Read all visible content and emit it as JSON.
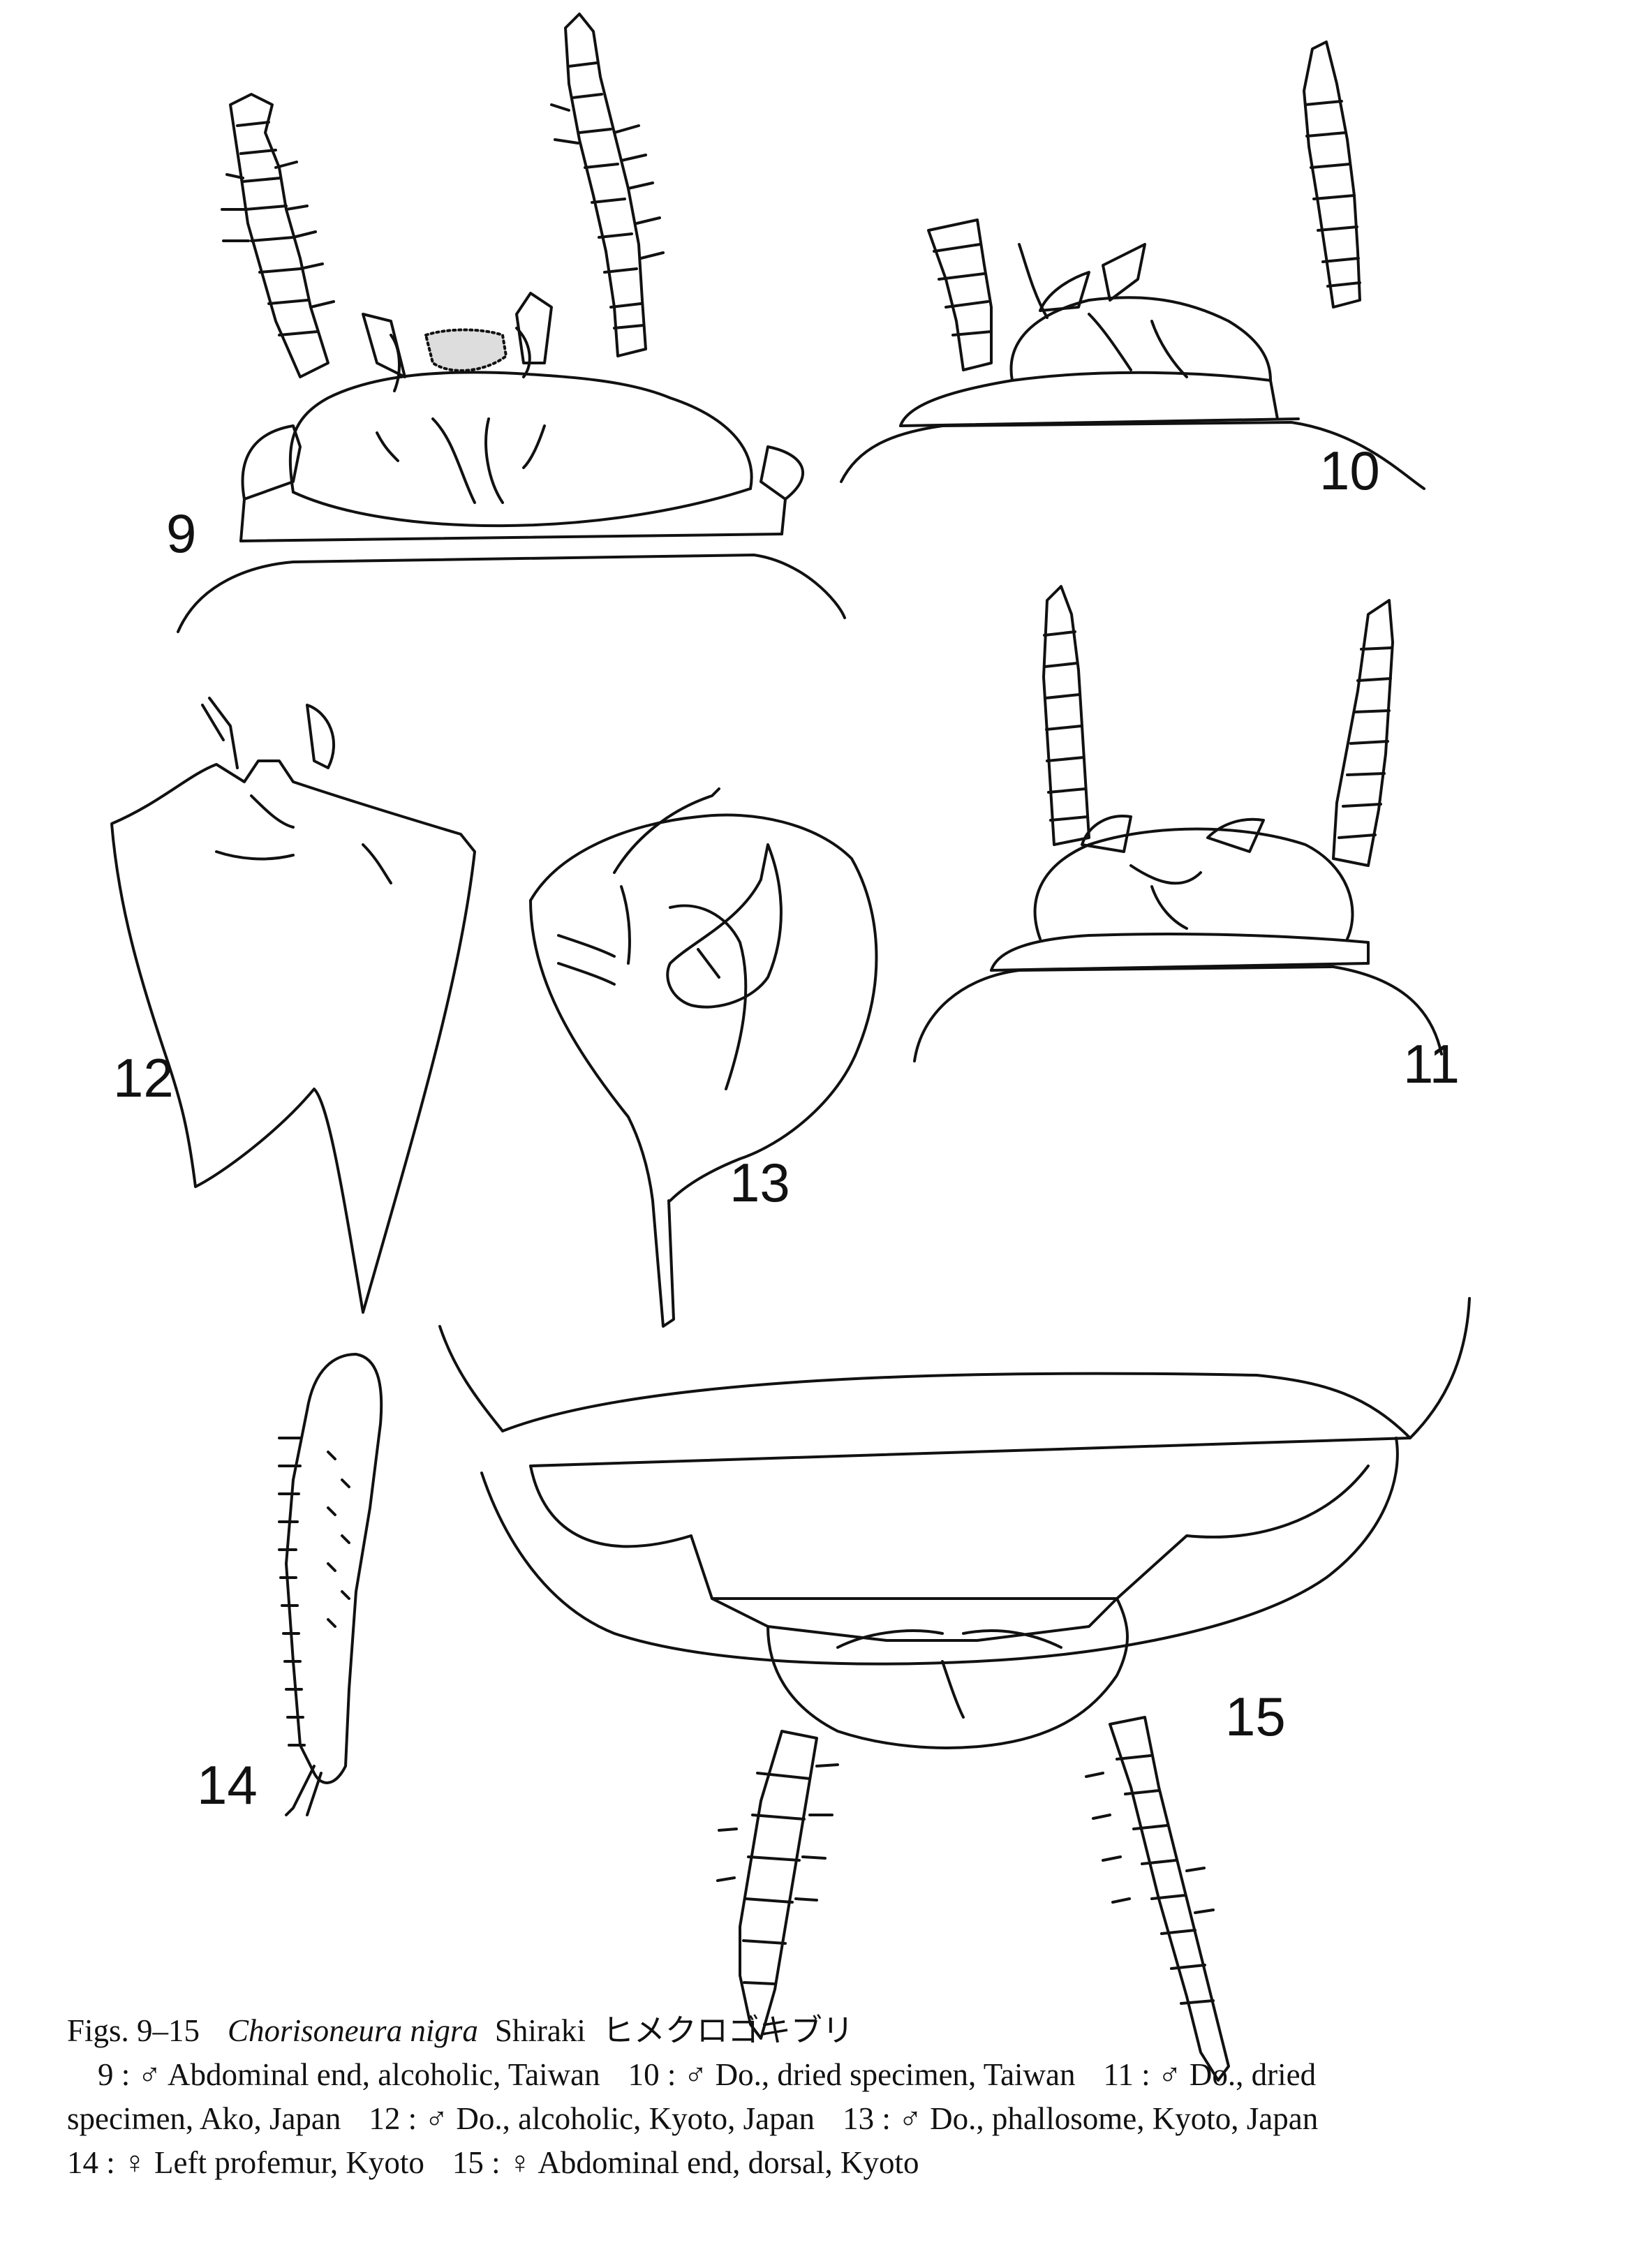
{
  "figure_labels": {
    "f9": "9",
    "f10": "10",
    "f11": "11",
    "f12": "12",
    "f13": "13",
    "f14": "14",
    "f15": "15"
  },
  "caption": {
    "figs_prefix": "Figs. 9–15",
    "species": "Chorisoneura nigra",
    "author": "Shiraki",
    "japanese_name": "ヒメクロゴキブリ",
    "entries": [
      "9 : ♂ Abdominal end, alcoholic, Taiwan",
      "10 : ♂ Do., dried specimen, Taiwan",
      "11 : ♂ Do., dried",
      "specimen, Ako, Japan",
      "12 : ♂ Do., alcoholic, Kyoto, Japan",
      "13 : ♂ Do., phallosome, Kyoto, Japan",
      "14 : ♀ Left profemur, Kyoto",
      "15 : ♀ Abdominal end, dorsal, Kyoto"
    ]
  }
}
